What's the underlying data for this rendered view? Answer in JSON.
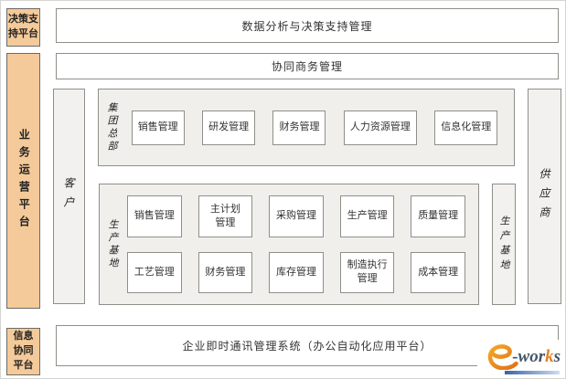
{
  "platforms": {
    "decision": "决策支\n持平台",
    "business": "业务运营平台",
    "info": "信息\n协同\n平台"
  },
  "bars": {
    "top": "数据分析与决策支持管理",
    "middle": "协同商务管理",
    "bottom": "企业即时通讯管理系统（办公自动化应用平台）"
  },
  "sides": {
    "customer": "客户",
    "supplier": "供应商",
    "base": "生产基地"
  },
  "hq": {
    "label": "集团总部",
    "items": [
      "销售管理",
      "研发管理",
      "财务管理",
      "人力资源管理",
      "信息化管理"
    ]
  },
  "prod": {
    "label": "生产基地",
    "rows": [
      [
        "销售管理",
        "主计划\n管理",
        "采购管理",
        "生产管理",
        "质量管理"
      ],
      [
        "工艺管理",
        "财务管理",
        "库存管理",
        "制造执行\n管理",
        "成本管理"
      ]
    ]
  },
  "logo": {
    "dash_wor": "-wor",
    "k": "k",
    "s": "s"
  },
  "colors": {
    "platform_orange": "#F5CA9A",
    "group_gray": "#F0EFEC",
    "box_border": "#8f8f88",
    "logo_orange": "#E8821E",
    "logo_dark": "#44566B",
    "logo_bar_blue": "#3B62A8"
  }
}
